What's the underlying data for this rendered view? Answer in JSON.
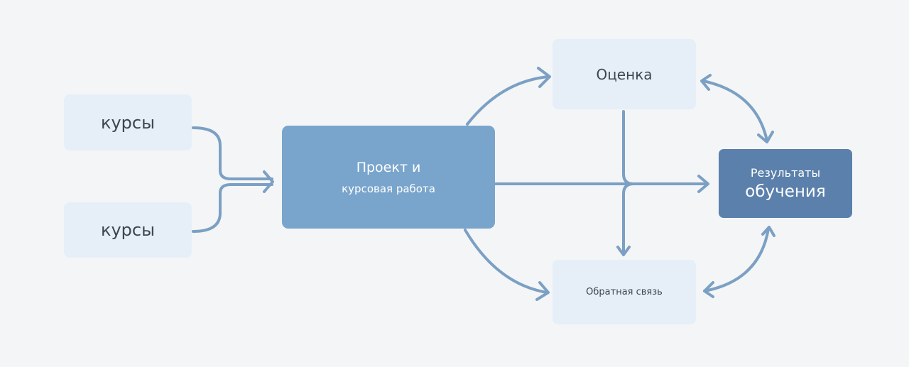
{
  "nodes": {
    "course_1": "курсы",
    "course_2": "курсы",
    "project_line1": "Проект и",
    "project_line2": "курсовая работа",
    "assessment": "Оценка",
    "feedback": "Обратная связь",
    "outcomes_line1": "Результаты",
    "outcomes_line2": "обучения"
  },
  "colors": {
    "arrow": "#7ba0c3",
    "project": "#79a5cc",
    "outcomes": "#5a80ab",
    "light_box": "#e6eff8"
  }
}
